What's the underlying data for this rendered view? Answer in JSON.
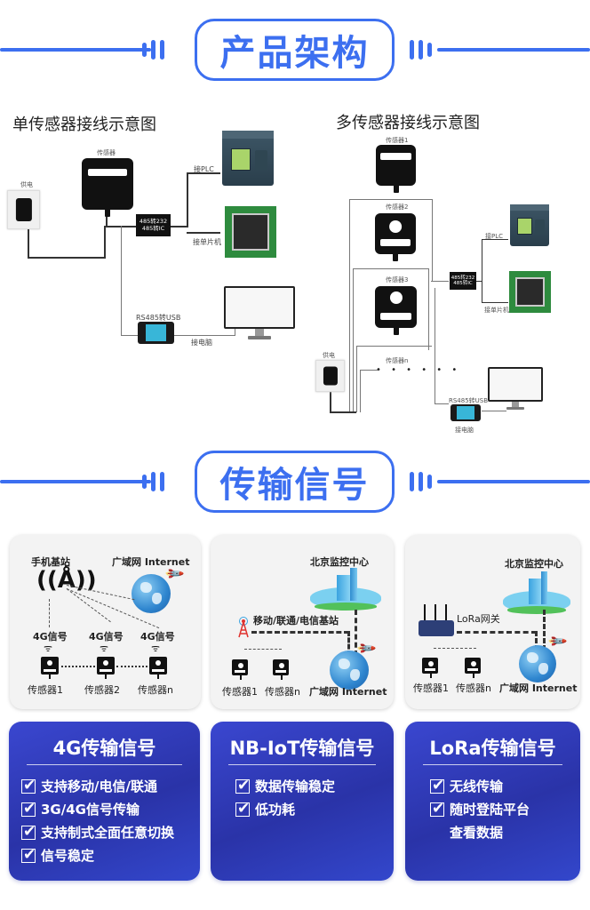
{
  "sections": {
    "architecture": {
      "title": "产品架构"
    },
    "transmission": {
      "title": "传输信号"
    }
  },
  "single_diagram": {
    "title": "单传感器接线示意图",
    "sensor_label": "传感器",
    "power_label": "供电",
    "converter_line1": "485转232",
    "converter_line2": "485转IC",
    "plc_label": "接PLC",
    "mcu_label": "接单片机",
    "usb_label": "RS485转USB",
    "pc_label": "接电脑"
  },
  "multi_diagram": {
    "title": "多传感器接线示意图",
    "sensor1_label": "传感器1",
    "sensor2_label": "传感器2",
    "sensor3_label": "传感器3",
    "sensorn_label": "传感器n",
    "power_label": "供电",
    "converter_line1": "485转232",
    "converter_line2": "485转IC",
    "plc_label": "接PLC",
    "mcu_label": "接单片机",
    "usb_label": "RS485转USB",
    "pc_label": "接电脑",
    "dots": "• • • • • •"
  },
  "signal_diagrams": {
    "g4": {
      "base_station": "手机基站",
      "internet": "广域网 Internet",
      "signal_labels": [
        "4G信号",
        "4G信号",
        "4G信号"
      ],
      "sensor_labels": [
        "传感器1",
        "传感器2",
        "传感器n"
      ]
    },
    "nbiot": {
      "center": "北京监控中心",
      "base_station": "移动/联通/电信基站",
      "sensor_labels": [
        "传感器1",
        "传感器n"
      ],
      "internet": "广域网 Internet"
    },
    "lora": {
      "center": "北京监控中心",
      "gateway": "LoRa网关",
      "sensor_labels": [
        "传感器1",
        "传感器n"
      ],
      "internet": "广域网 Internet"
    }
  },
  "feature_cards": [
    {
      "title": "4G传输信号",
      "items": [
        {
          "text": "支持移动/电信/联通",
          "checked": true
        },
        {
          "text": "3G/4G信号传输",
          "checked": true
        },
        {
          "text": "支持制式全面任意切换",
          "checked": true
        },
        {
          "text": "信号稳定",
          "checked": true
        }
      ]
    },
    {
      "title": "NB-IoT传输信号",
      "items": [
        {
          "text": "数据传输稳定",
          "checked": true
        },
        {
          "text": "低功耗",
          "checked": true
        }
      ]
    },
    {
      "title": "LoRa传输信号",
      "items": [
        {
          "text": "无线传输",
          "checked": true
        },
        {
          "text": "随时登陆平台",
          "checked": true
        },
        {
          "text": "查看数据",
          "checked": false
        }
      ]
    }
  ],
  "colors": {
    "accent": "#3c6ff0",
    "card_blue": "#2a33a8"
  }
}
